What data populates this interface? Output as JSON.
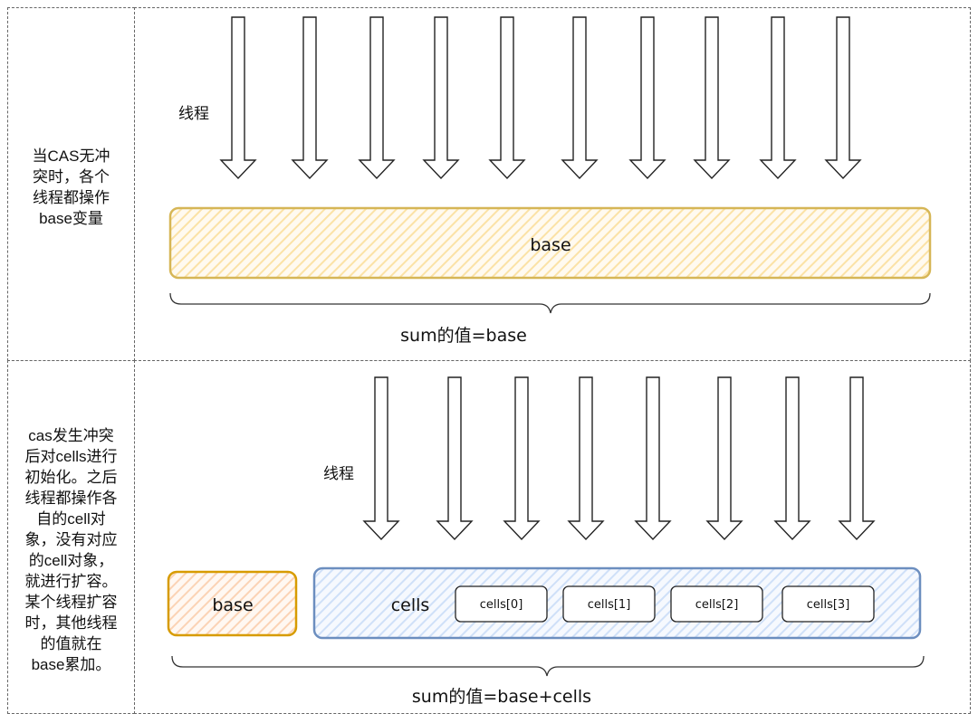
{
  "top_panel": {
    "note_lines": [
      "当CAS无冲",
      "突时，各个",
      "线程都操作",
      "base变量"
    ],
    "thread_label": "线程",
    "base_label": "base",
    "sum_label": "sum的值=base"
  },
  "bottom_panel": {
    "note_lines": [
      "cas发生冲突",
      "后对cells进行",
      "初始化。之后",
      "线程都操作各",
      "自的cell对",
      "象，没有对应",
      "的cell对象，",
      "就进行扩容。",
      "某个线程扩容",
      "时，其他线程",
      "的值就在",
      "base累加。"
    ],
    "thread_label": "线程",
    "base_label": "base",
    "cells_label": "cells",
    "cell_items": [
      "cells[0]",
      "cells[1]",
      "cells[2]",
      "cells[3]"
    ],
    "sum_label": "sum的值=base+cells"
  },
  "colors": {
    "yellow_fill": "#fff2cc",
    "yellow_stroke": "#d6b656",
    "orange_fill": "#ffe6cc",
    "orange_stroke": "#d79b00",
    "blue_fill": "#dae8fc",
    "blue_stroke": "#6c8ebf"
  }
}
